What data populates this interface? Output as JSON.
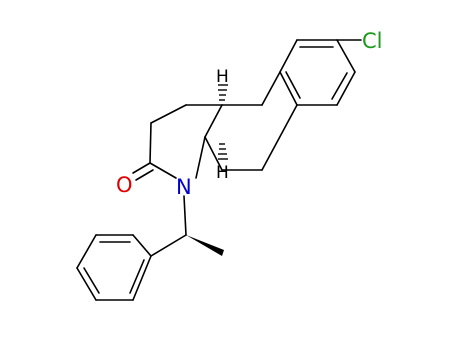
{
  "molecule": {
    "atoms": {
      "chlorine": {
        "text": "Cl",
        "color": "#1a9b1a"
      },
      "nitrogen": {
        "text": "N",
        "color": "#0000d0"
      },
      "oxygen": {
        "text": "O",
        "color": "#e00000"
      },
      "hydrogen_top": {
        "text": "H",
        "color": "#000000"
      },
      "hydrogen_bottom": {
        "text": "H",
        "color": "#000000"
      }
    },
    "stereo": {
      "ring_fusion_top": "hashed-wedge",
      "ring_fusion_bottom": "hashed-wedge",
      "methyl": "bold-wedge"
    }
  }
}
